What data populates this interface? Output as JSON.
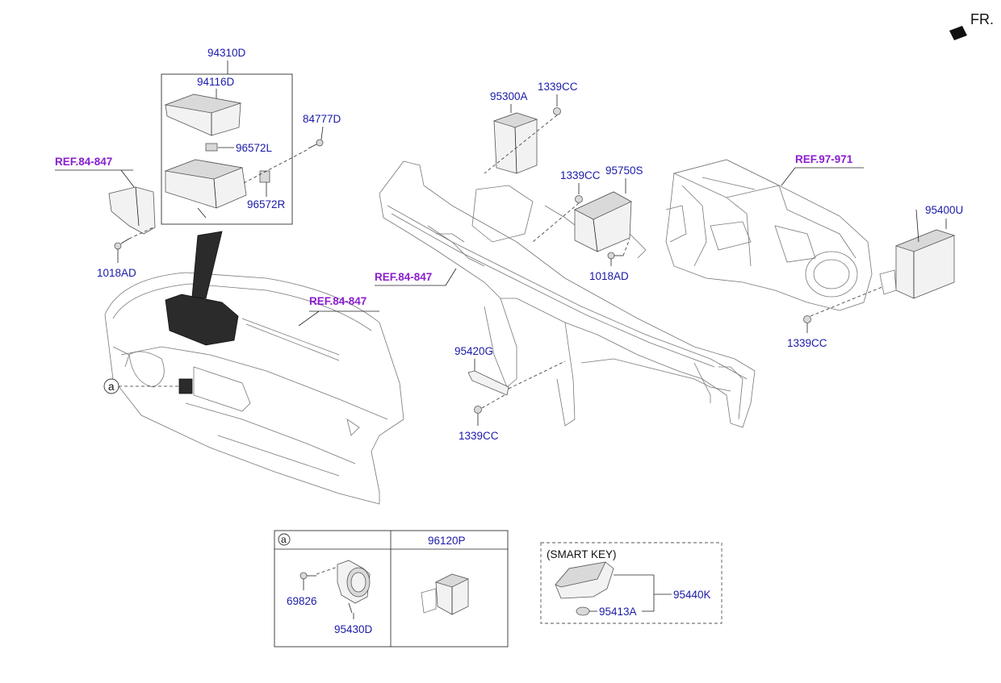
{
  "header": {
    "fr_label": "FR."
  },
  "labels": {
    "p94310D": "94310D",
    "p94116D": "94116D",
    "p96572L": "96572L",
    "p96572R": "96572R",
    "p84777D": "84777D",
    "p1018AD_left": "1018AD",
    "p95300A": "95300A",
    "p1339CC_top": "1339CC",
    "p1339CC_mid": "1339CC",
    "p95750S": "95750S",
    "p1018AD_mid": "1018AD",
    "p95400U": "95400U",
    "p1339CC_right": "1339CC",
    "p95420G": "95420G",
    "p1339CC_bottom": "1339CC",
    "p69826": "69826",
    "p95430D": "95430D",
    "p96120P": "96120P",
    "p95440K": "95440K",
    "p95413A": "95413A"
  },
  "refs": {
    "ref_left": "REF.84-847",
    "ref_dash": "REF.84-847",
    "ref_mid": "REF.84-847",
    "ref_hvac": "REF.97-971"
  },
  "detail_box": {
    "callout": "a",
    "right_header": "96120P"
  },
  "callout_a": "a",
  "smart_key": {
    "title": "(SMART KEY)"
  }
}
